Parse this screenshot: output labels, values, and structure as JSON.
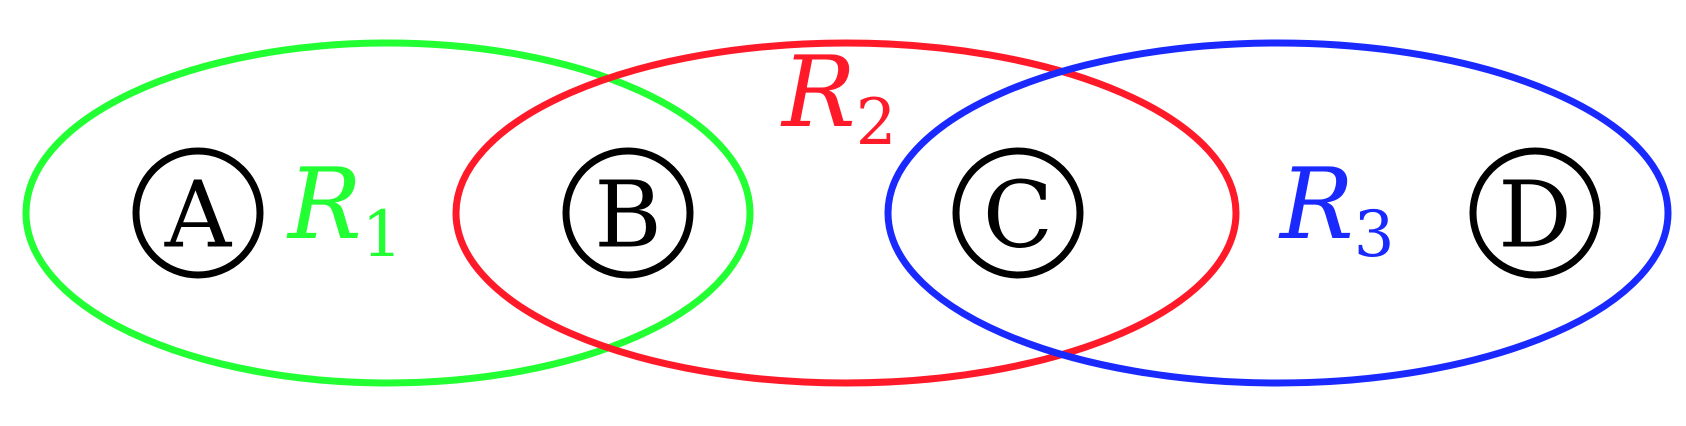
{
  "relations": [
    {
      "id": "r1",
      "letter": "R",
      "subscript": "1",
      "color": "#22ff33"
    },
    {
      "id": "r2",
      "letter": "R",
      "subscript": "2",
      "color": "#ff1a2a"
    },
    {
      "id": "r3",
      "letter": "R",
      "subscript": "3",
      "color": "#1a2aff"
    }
  ],
  "nodes": [
    {
      "id": "a",
      "label": "A"
    },
    {
      "id": "b",
      "label": "B"
    },
    {
      "id": "c",
      "label": "C"
    },
    {
      "id": "d",
      "label": "D"
    }
  ],
  "colors": {
    "node_stroke": "#000000",
    "background": "#ffffff"
  }
}
